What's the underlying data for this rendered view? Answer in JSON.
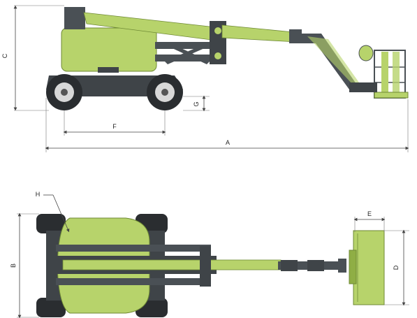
{
  "dimensions": {
    "A": "A",
    "B": "B",
    "C": "C",
    "D": "D",
    "E": "E",
    "F": "F",
    "G": "G",
    "H": "H"
  },
  "colors": {
    "body": "#b7d36b",
    "body_dark": "#8fae45",
    "frame": "#3f4448",
    "tire": "#2a2d30",
    "hub": "#d8d8d8"
  }
}
